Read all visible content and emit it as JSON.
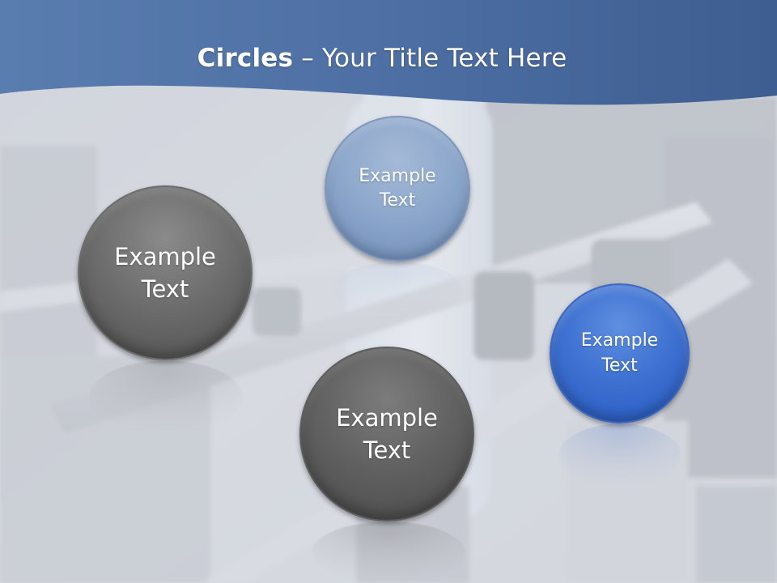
{
  "slide": {
    "title_bold": "Circles",
    "title_rest": " – Your Title Text Here"
  },
  "circles": [
    {
      "line1": "Example",
      "line2": "Text",
      "color": "#6e6e6e"
    },
    {
      "line1": "Example",
      "line2": "Text",
      "color": "#8ea8cc"
    },
    {
      "line1": "Example",
      "line2": "Text",
      "color": "#626262"
    },
    {
      "line1": "Example",
      "line2": "Text",
      "color": "#3f72d2"
    }
  ],
  "colors": {
    "header_band": "#4f6fa2",
    "background": "#c9ced6"
  }
}
